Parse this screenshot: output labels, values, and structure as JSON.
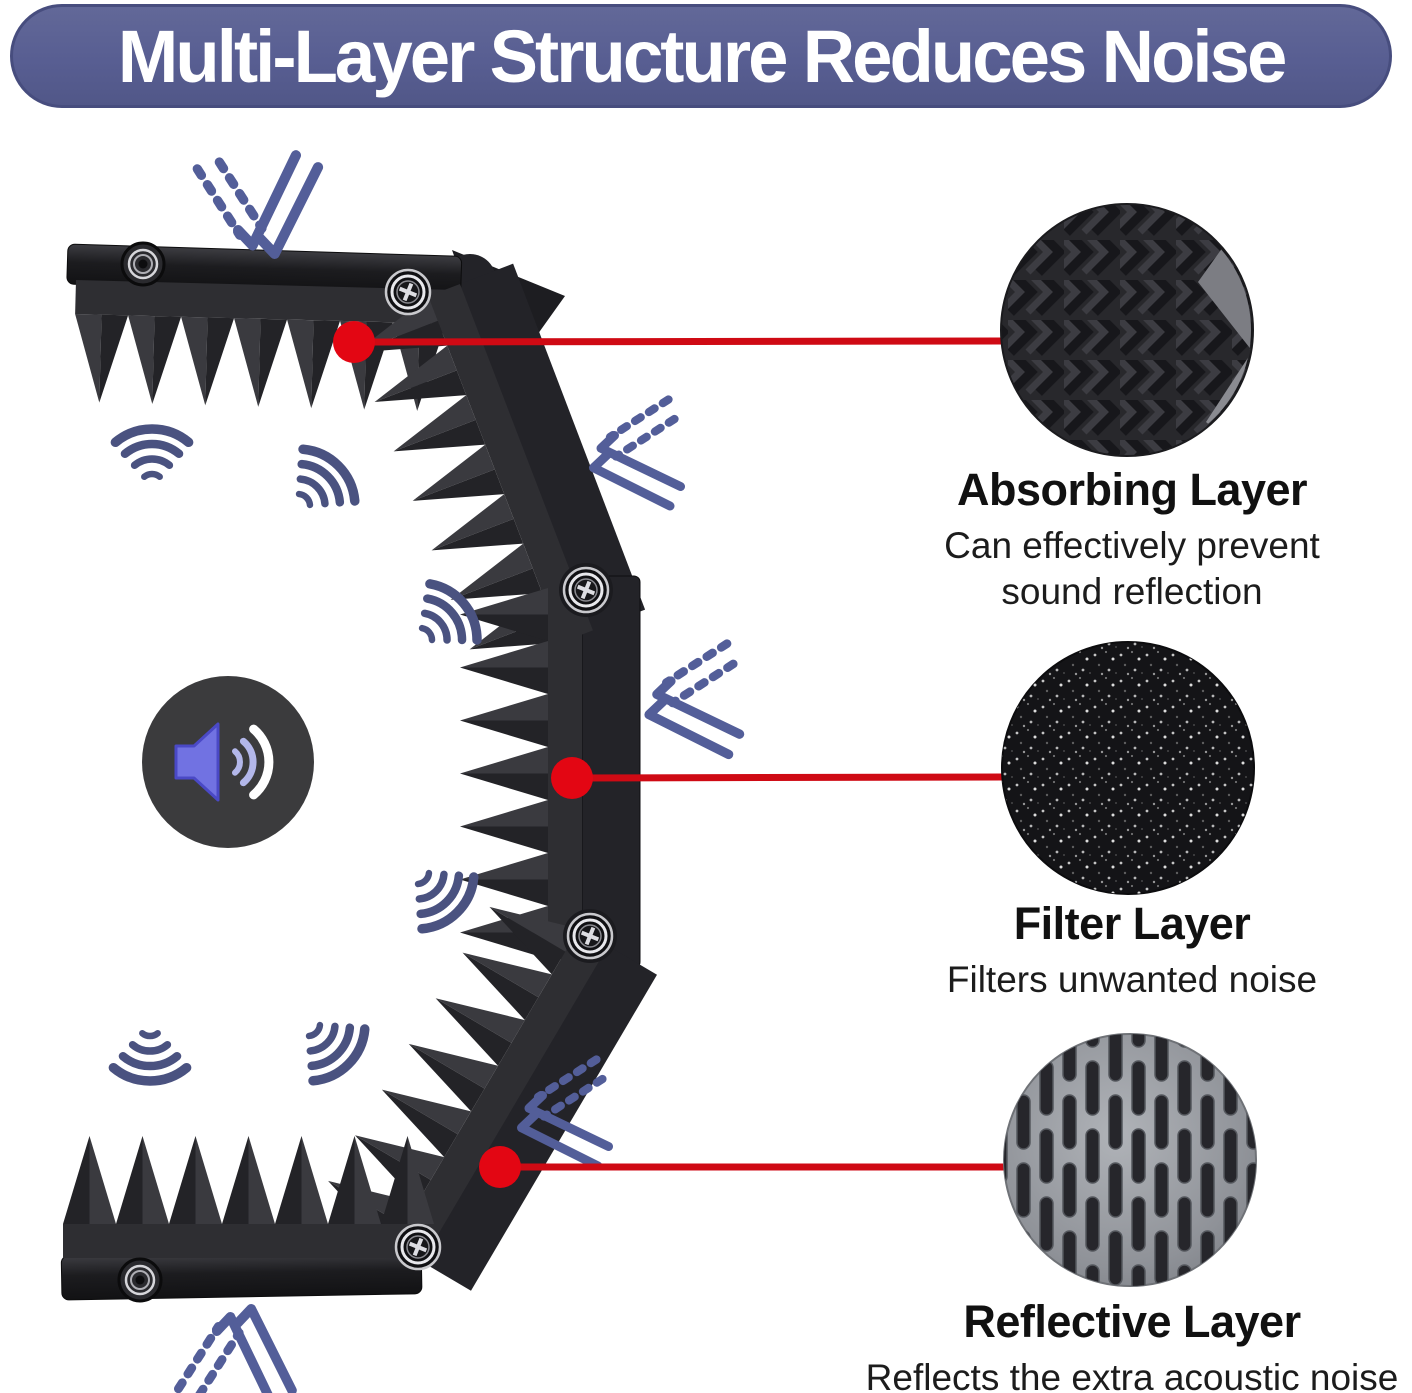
{
  "banner": {
    "title": "Multi-Layer Structure Reduces Noise"
  },
  "callouts": [
    {
      "title": "Absorbing Layer",
      "desc_lines": [
        "Can effectively prevent",
        "sound reflection"
      ]
    },
    {
      "title": "Filter Layer",
      "desc_lines": [
        "Filters unwanted noise"
      ]
    },
    {
      "title": "Reflective Layer",
      "desc_lines": [
        "Reflects the extra acoustic noise"
      ]
    }
  ],
  "icons": {
    "speaker": "speaker-volume-icon",
    "sound_wave": "sound-wave-arcs-icon",
    "noise_reflect": "reflected-noise-arrow-icon",
    "screw": "phillips-screw-icon",
    "snap": "snap-button-icon"
  },
  "colors": {
    "banner_bg": "#5a6095",
    "banner_text": "#ffffff",
    "accent_red": "#d90d15",
    "icon_blue": "#4d568e",
    "frame_black": "#232328",
    "foam_dark": "#2c2c30",
    "metal_gray": "#8d9096",
    "caption_text": "#151515"
  }
}
